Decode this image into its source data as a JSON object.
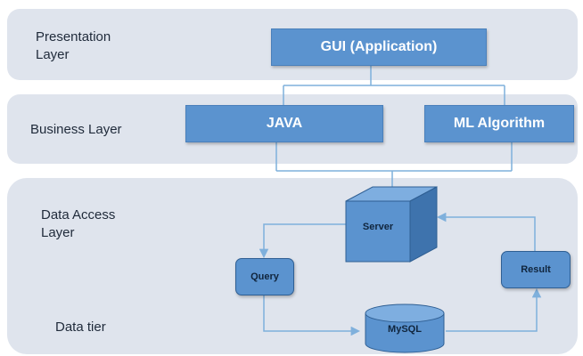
{
  "layers": {
    "presentation": "Presentation\nLayer",
    "business": "Business Layer",
    "data_access": "Data Access\nLayer",
    "data_tier": "Data tier"
  },
  "nodes": {
    "gui": "GUI (Application)",
    "java": "JAVA",
    "ml": "ML Algorithm",
    "server": "Server",
    "query": "Query",
    "result": "Result",
    "mysql": "MySQL"
  },
  "colors": {
    "band": "#dfe4ed",
    "box_fill": "#5b93cf",
    "connector": "#7fb0dc",
    "text": "#1f2a3a"
  }
}
